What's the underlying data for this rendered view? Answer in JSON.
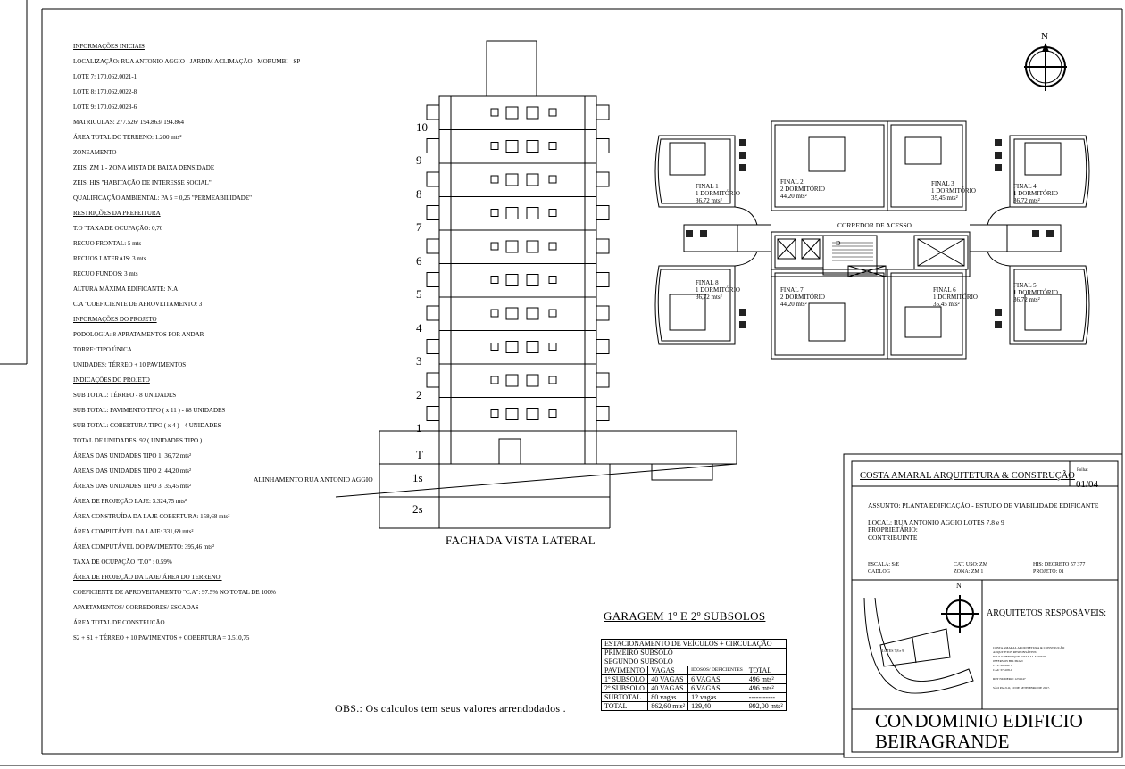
{
  "info_lines": [
    {
      "text": "INFORMAÇÕES INICIAIS",
      "u": true
    },
    {
      "text": "LOCALIZAÇÃO: RUA ANTONIO AGGIO - JARDIM ACLIMAÇÃO - MORUMBI - SP"
    },
    {
      "text": "LOTE 7: 170.062.0021-1"
    },
    {
      "text": "LOTE 8: 170.062.0022-8"
    },
    {
      "text": "LOTE 9: 170.062.0023-6"
    },
    {
      "text": "MATRICULAS: 277.526/ 194.863/ 194.864"
    },
    {
      "text": "ÁREA TOTAL DO TERRENO: 1.200 mts²"
    },
    {
      "text": "ZONEAMENTO"
    },
    {
      "text": "ZEIS: ZM 1 - ZONA MISTA DE BAIXA DENSIDADE"
    },
    {
      "text": "ZEIS: HIS \"HABITAÇÃO DE INTERESSE SOCIAL\""
    },
    {
      "text": "QUALIFICAÇÃO AMBIENTAL: PA 5 = 0,25  \"PERMEABILIDADE\""
    },
    {
      "text": "RESTRIÇÕES DA PREFEITURA",
      "u": true
    },
    {
      "text": "T.O \"TAXA DE OCUPAÇÃO: 0,70"
    },
    {
      "text": "RECUO FRONTAL: 5 mts"
    },
    {
      "text": "RECUOS LATERAIS: 3 mts"
    },
    {
      "text": "RECUO FUNDOS: 3 mts"
    },
    {
      "text": "ALTURA MÁXIMA EDIFICANTE: N.A"
    },
    {
      "text": "C.A \"COEFICIENTE DE APROVEITAMENTO: 3"
    },
    {
      "text": "INFORMAÇÕES DO PROJETO",
      "u": true
    },
    {
      "text": "PODOLOGIA: 8 APRATAMENTOS POR ANDAR"
    },
    {
      "text": "TORRE: TIPO ÚNICA"
    },
    {
      "text": "UNIDADES: TÉRREO + 10 PAVIMENTOS"
    },
    {
      "text": "INDICAÇÕES DO PROJETO",
      "u": true
    },
    {
      "text": "SUB TOTAL: TÉRREO - 8 UNIDADES"
    },
    {
      "text": "SUB TOTAL: PAVIMENTO TIPO ( x 11 ) - 88 UNIDADES"
    },
    {
      "text": "SUB TOTAL: COBERTURA TIPO ( x 4 ) - 4 UNIDADES"
    },
    {
      "text": "TOTAL DE UNIDADES: 92 ( UNIDADES TIPO )"
    },
    {
      "text": "ÁREAS DAS UNIDADES TIPO 1: 36,72 mts²"
    },
    {
      "text": "ÁREAS DAS UNIDADES TIPO 2: 44,20 mts²"
    },
    {
      "text": "ÁREAS DAS UNIDADES TIPO 3: 35,45 mts²"
    },
    {
      "text": "ÁREA DE PROJEÇÃO LAJE: 3.324,75 mts²"
    },
    {
      "text": "ÁREA CONSTRUÍDA DA LAJE COBERTURA: 158,68 mts²"
    },
    {
      "text": "ÁREA COMPUTÁVEL DA LAJE: 331,69 mts²"
    },
    {
      "text": "ÁREA COMPUTÁVEL DO PAVIMENTO: 395,46 mts²"
    },
    {
      "text": "TAXA DE OCUPAÇÃO \"T.O\" : 0.59%"
    },
    {
      "text": "ÁREA DE PROJEÇÃO DA LAJE/ ÁREA DO TERRENO:",
      "u": true
    },
    {
      "text": "COEFICIENTE DE APROVEITAMENTO \"C.A\": 97.5% NO TOTAL DE 100%"
    },
    {
      "text": "APARTAMENTOS/ CORREDORES/ ESCADAS"
    },
    {
      "text": "ÁREA TOTAL DE CONSTRUÇÃO"
    },
    {
      "text": "S2 + S1 + TÉRREO + 10 PAVIMENTOS + COBERTURA = 3.510,75"
    }
  ],
  "facade": {
    "floor_labels": [
      "10",
      "9",
      "8",
      "7",
      "6",
      "5",
      "4",
      "3",
      "2",
      "1",
      "T",
      "1s",
      "2s"
    ],
    "street_label": "ALINHAMENTO RUA ANTONIO AGGIO",
    "caption": "FACHADA VISTA LATERAL"
  },
  "plan": {
    "corridor": "CORREDOR DE ACESSO",
    "door": "D",
    "units": [
      {
        "name": "FINAL 1",
        "rooms": "1 DORMITÓRIO",
        "area": "36,72 mts²"
      },
      {
        "name": "FINAL 2",
        "rooms": "2 DORMITÓRIO",
        "area": "44,20 mts²"
      },
      {
        "name": "FINAL 3",
        "rooms": "1 DORMITÓRIO",
        "area": "35,45 mts²"
      },
      {
        "name": "FINAL 4",
        "rooms": "1 DORMITÓRIO",
        "area": "36,72 mts²"
      },
      {
        "name": "FINAL 8",
        "rooms": "1 DORMITÓRIO",
        "area": "36,72 mts²"
      },
      {
        "name": "FINAL 7",
        "rooms": "2 DORMITÓRIO",
        "area": "44,20 mts²"
      },
      {
        "name": "FINAL 6",
        "rooms": "1 DORMITÓRIO",
        "area": "35,45 mts²"
      },
      {
        "name": "FINAL 5",
        "rooms": "1 DORMITÓRIO",
        "area": "36,72 mts²"
      }
    ]
  },
  "north_label": "N",
  "garage": {
    "title": "GARAGEM 1º E 2º SUBSOLOS",
    "rows": [
      [
        "ESTACIONAMENTO DE VEÍCULOS + CIRCULAÇÃO"
      ],
      [
        "PRIMEIRO SUBSOLO"
      ],
      [
        "SEGUNDO SUBSOLO"
      ],
      [
        "PAVIMENTO",
        "VAGAS",
        "IDOSOS/ DEFICIENTES",
        "TOTAL"
      ],
      [
        "1º SUBSOLO",
        "40 VAGAS",
        "6 VAGAS",
        "496 mts²"
      ],
      [
        "2º SUBSOLO",
        "40 VAGAS",
        "6 VAGAS",
        "496 mts²"
      ],
      [
        "SUBTOTAL",
        "80 vagas",
        "12 vagas",
        "-----------"
      ],
      [
        "TOTAL",
        "862,60 mts²",
        "129,40",
        "992,00 mts²"
      ]
    ]
  },
  "obs": "OBS.: Os calculos tem seus valores arrendodados .",
  "title_block": {
    "company": "COSTA AMARAL ARQUITETURA & CONSTRUÇÃO",
    "sheet_label": "Folha:",
    "sheet": "01/04",
    "subject": "ASSUNTO: PLANTA EDIFICAÇÃO - ESTUDO DE VIABILIDADE EDIFICANTE",
    "local": "LOCAL: RUA ANTONIO AGGIO LOTES 7.8 e 9",
    "owner_label": "PROPRIETÁRIO:",
    "owner": "CONTRIBUINTE",
    "escala": "ESCALA: S/E",
    "cadlog": "CADLOG",
    "cat": "CAT. USO: ZM",
    "zona": "ZONA: ZM 1",
    "his": "HIS: DECRETO 57 377",
    "projeto": "PROJETO: 01",
    "architects_title": "ARQUITETOS RESPOSÁVEIS:",
    "architects": [
      "COSTA AMARAL ARQUITETURA & CONSTRUÇÃO",
      "ARQUITETOS RESPONSÁVEIS:",
      "PAULO HENRIQUE AMARAL SANTOS",
      "JEFERSON BELTRAN",
      "CAU 300486-1",
      "CAU 375108-1",
      "",
      "RRT NUMERO: 1231547",
      "",
      "SÃO PAULO, 10 DE SETEMBRO DE 2017."
    ],
    "lot_label": "LOTES 7,8 e 9",
    "building": [
      "CONDOMINIO EDIFICIO",
      "BEIRAGRANDE"
    ]
  }
}
